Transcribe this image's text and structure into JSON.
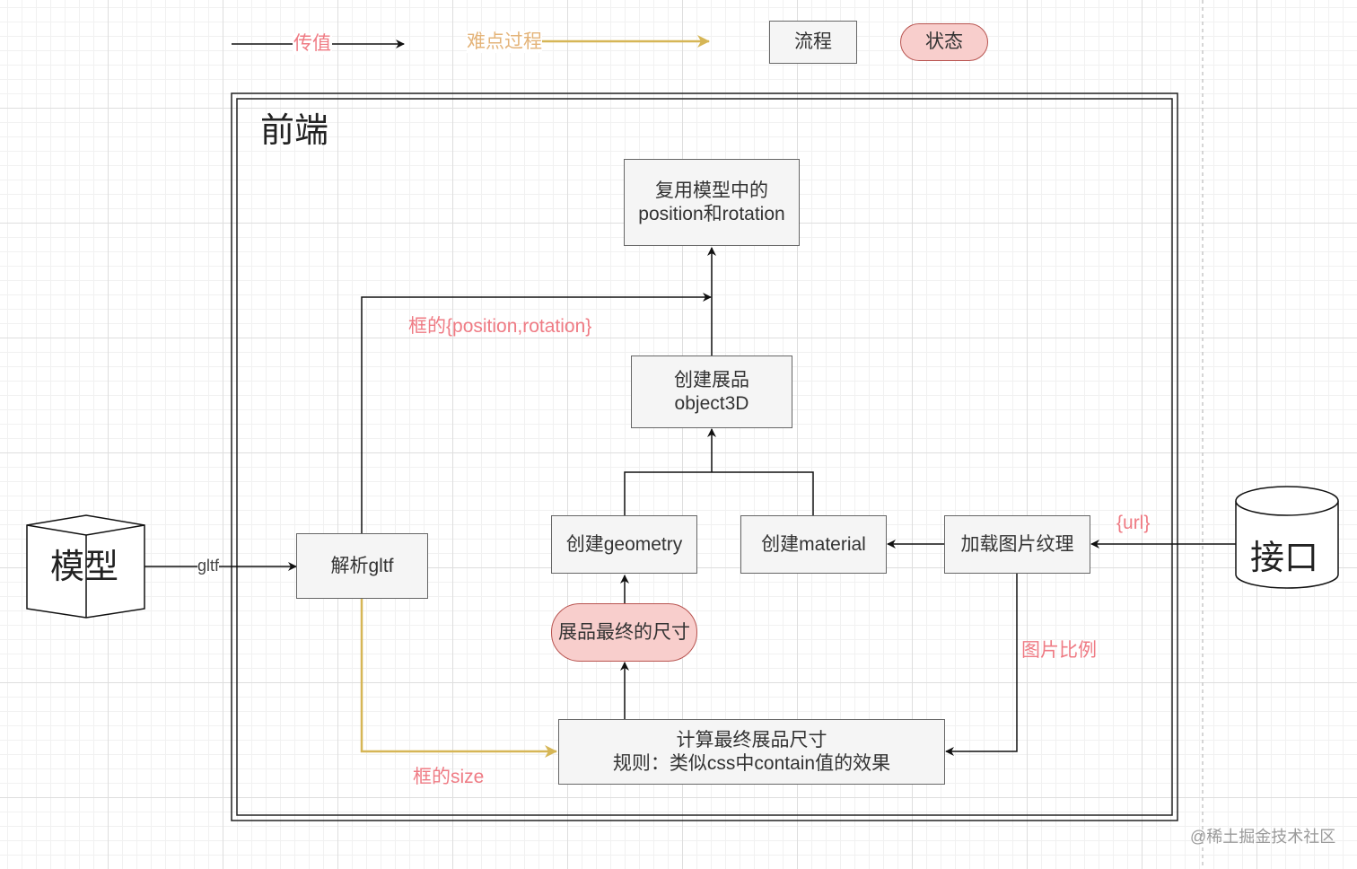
{
  "legend": {
    "value_pass_label": "传值",
    "difficult_process_label": "难点过程",
    "process_label": "流程",
    "state_label": "状态"
  },
  "container": {
    "title": "前端"
  },
  "external": {
    "model_label": "模型",
    "api_label": "接口",
    "watermark": "@稀土掘金技术社区"
  },
  "nodes": {
    "reuse": [
      "复用模型中的",
      "position和rotation"
    ],
    "create_object": [
      "创建展品",
      "object3D"
    ],
    "create_geometry": "创建geometry",
    "create_material": "创建material",
    "load_texture": "加载图片纹理",
    "parse_gltf": "解析gltf",
    "final_size": "展品最终的尺寸",
    "compute": [
      "计算最终展品尺寸",
      "规则：类似css中contain值的效果"
    ]
  },
  "edge_labels": {
    "gltf": "gltf",
    "box_pos_rot": "框的{position,rotation}",
    "url": "{url}",
    "image_ratio": "图片比例",
    "box_size": "框的size"
  }
}
